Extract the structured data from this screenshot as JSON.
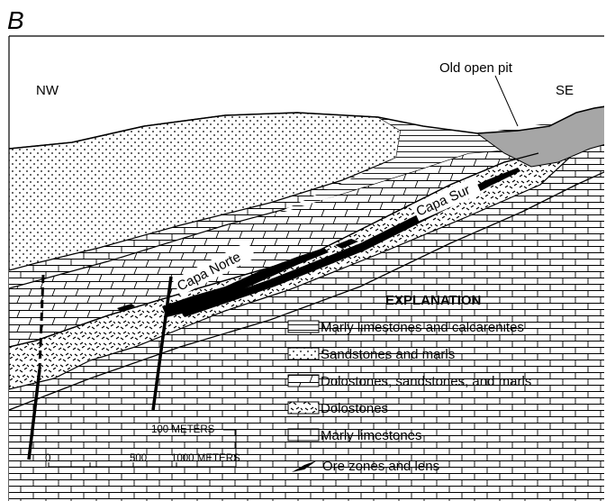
{
  "panel_letter": "B",
  "orientation": {
    "left": "NW",
    "right": "SE"
  },
  "labels": {
    "old_open_pit": "Old open pit",
    "capa_norte": "Capa Norte",
    "capa_sur": "Capa Sur"
  },
  "explanation": {
    "title": "EXPLANATION",
    "items": [
      {
        "pattern": "marly-limestones-calcarenites",
        "label": "Marly limestones and calcarenites"
      },
      {
        "pattern": "sandstones-marls",
        "label": "Sandstones and marls"
      },
      {
        "pattern": "dolostones-sandstones-marls",
        "label": "Dolostones, sandstones, and marls"
      },
      {
        "pattern": "dolostones",
        "label": "Dolostones"
      },
      {
        "pattern": "marly-limestones",
        "label": "Marly limestones"
      },
      {
        "pattern": "ore-zones",
        "label": "Ore zones and lens"
      }
    ]
  },
  "scales": {
    "vertical_label": "100 METERS",
    "horizontal_ticks": [
      "0",
      "500",
      "1000 METERS"
    ]
  },
  "colors": {
    "pit_fill": "#a6a6a6",
    "ink": "#000000"
  }
}
